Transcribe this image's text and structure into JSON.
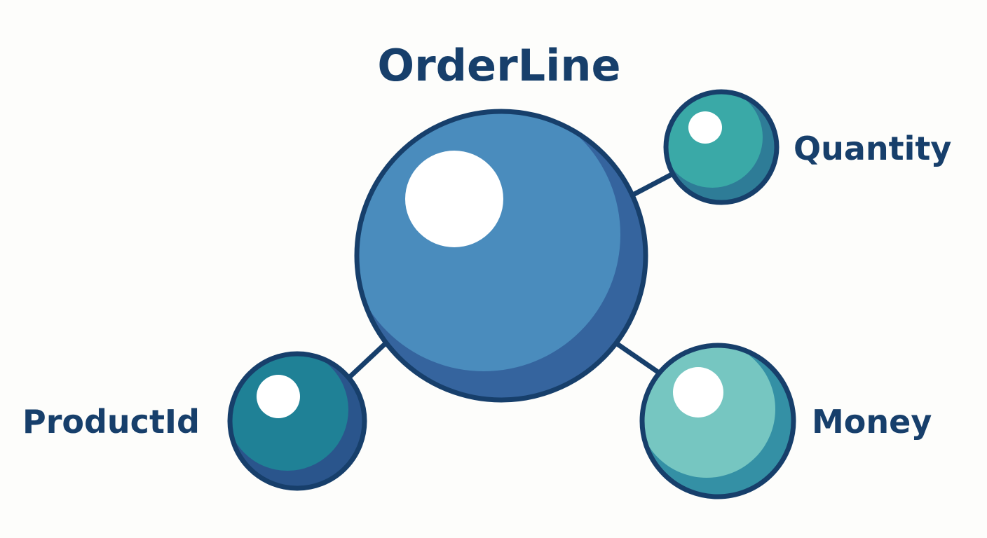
{
  "diagram": {
    "root": {
      "label": "OrderLine",
      "color_base": "#4a8cbd",
      "color_shade": "#35649e"
    },
    "nodes": [
      {
        "id": "quantity",
        "label": "Quantity",
        "color_base": "#3aa9a7",
        "color_shade": "#2e7c97"
      },
      {
        "id": "productid",
        "label": "ProductId",
        "color_base": "#1f8196",
        "color_shade": "#2a558c"
      },
      {
        "id": "money",
        "label": "Money",
        "color_base": "#76c6c1",
        "color_shade": "#3490a5"
      }
    ],
    "edges": [
      {
        "from": "OrderLine",
        "to": "Quantity"
      },
      {
        "from": "OrderLine",
        "to": "ProductId"
      },
      {
        "from": "OrderLine",
        "to": "Money"
      }
    ],
    "outline_color": "#173f6b",
    "text_color": "#173f6b"
  }
}
